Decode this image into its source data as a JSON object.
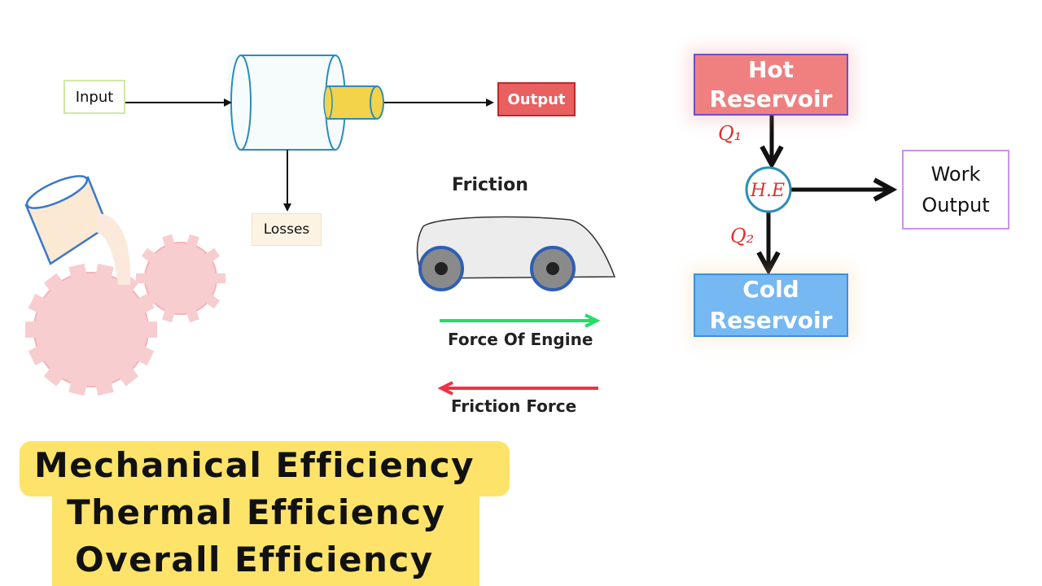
{
  "machine_diagram": {
    "input_label": "Input",
    "output_label": "Output",
    "losses_label": "Losses"
  },
  "friction_diagram": {
    "title": "Friction",
    "force_engine_label": "Force Of Engine",
    "friction_force_label": "Friction Force"
  },
  "heat_engine": {
    "hot_reservoir": "Hot Reservoir",
    "cold_reservoir": "Cold Reservoir",
    "work_output": "Work Output",
    "engine_label": "H.E",
    "q1_label": "Q₁",
    "q2_label": "Q₂"
  },
  "efficiencies": {
    "line_1": "Mechanical Efficiency",
    "line_2": "Thermal Efficiency",
    "line_3": "Overall Efficiency"
  },
  "colors": {
    "output_red": "#e86060",
    "hot_red": "#f08080",
    "cold_blue": "#76b8f2",
    "banner_yellow": "#fde36a",
    "force_engine_green": "#22dd66",
    "friction_force_red": "#ee3344",
    "gear_pink": "#f8cdd0"
  }
}
